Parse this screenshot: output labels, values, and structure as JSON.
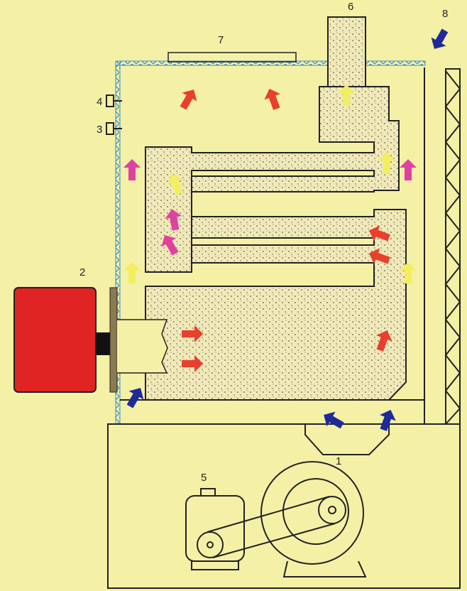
{
  "diagram": {
    "labels": {
      "fan": "1",
      "burner": "2",
      "thermostat_3": "3",
      "thermostat_4": "4",
      "motor": "5",
      "chimney": "6",
      "top_outlet": "7",
      "air_inlet": "8"
    },
    "colors": {
      "background": "#f4f0a6",
      "burner": "#e02424",
      "hot_air_arrow": "#e8402c",
      "warm_air_arrow": "#e040a0",
      "flue_gas_arrow": "#f2ee60",
      "cold_air_arrow": "#1e2a9a",
      "insulation": "#3a8fd0",
      "heat_exchanger": "#f1e9b8"
    }
  }
}
